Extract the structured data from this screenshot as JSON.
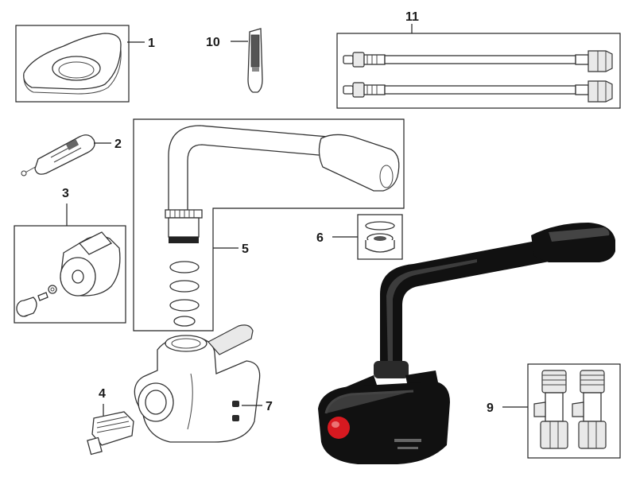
{
  "parts": [
    {
      "label": "1"
    },
    {
      "label": "2"
    },
    {
      "label": "3"
    },
    {
      "label": "4"
    },
    {
      "label": "5"
    },
    {
      "label": "6"
    },
    {
      "label": "7"
    },
    {
      "label": "9"
    },
    {
      "label": "10"
    },
    {
      "label": "11"
    }
  ],
  "colors": {
    "line": "#222222",
    "tap_body": "#111111",
    "hot_indicator": "#d71920"
  }
}
